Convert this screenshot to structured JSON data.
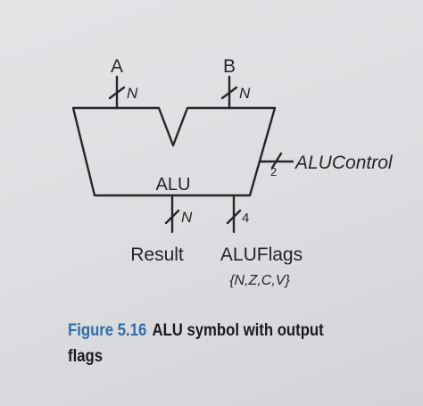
{
  "diagram": {
    "inputs": {
      "a": "A",
      "b": "B"
    },
    "bus_widths": {
      "a": "N",
      "b": "N",
      "control": "2",
      "result": "N",
      "flags": "4"
    },
    "block_label": "ALU",
    "control_label": "ALUControl",
    "outputs": {
      "result": "Result",
      "flags": "ALUFlags",
      "flags_detail": "{N,Z,C,V}"
    }
  },
  "caption": {
    "label": "Figure 5.16",
    "text": "ALU symbol with output flags"
  },
  "colors": {
    "ink": "#262628",
    "caption_label": "#2e6da6",
    "caption_text": "#1b1b1f"
  }
}
